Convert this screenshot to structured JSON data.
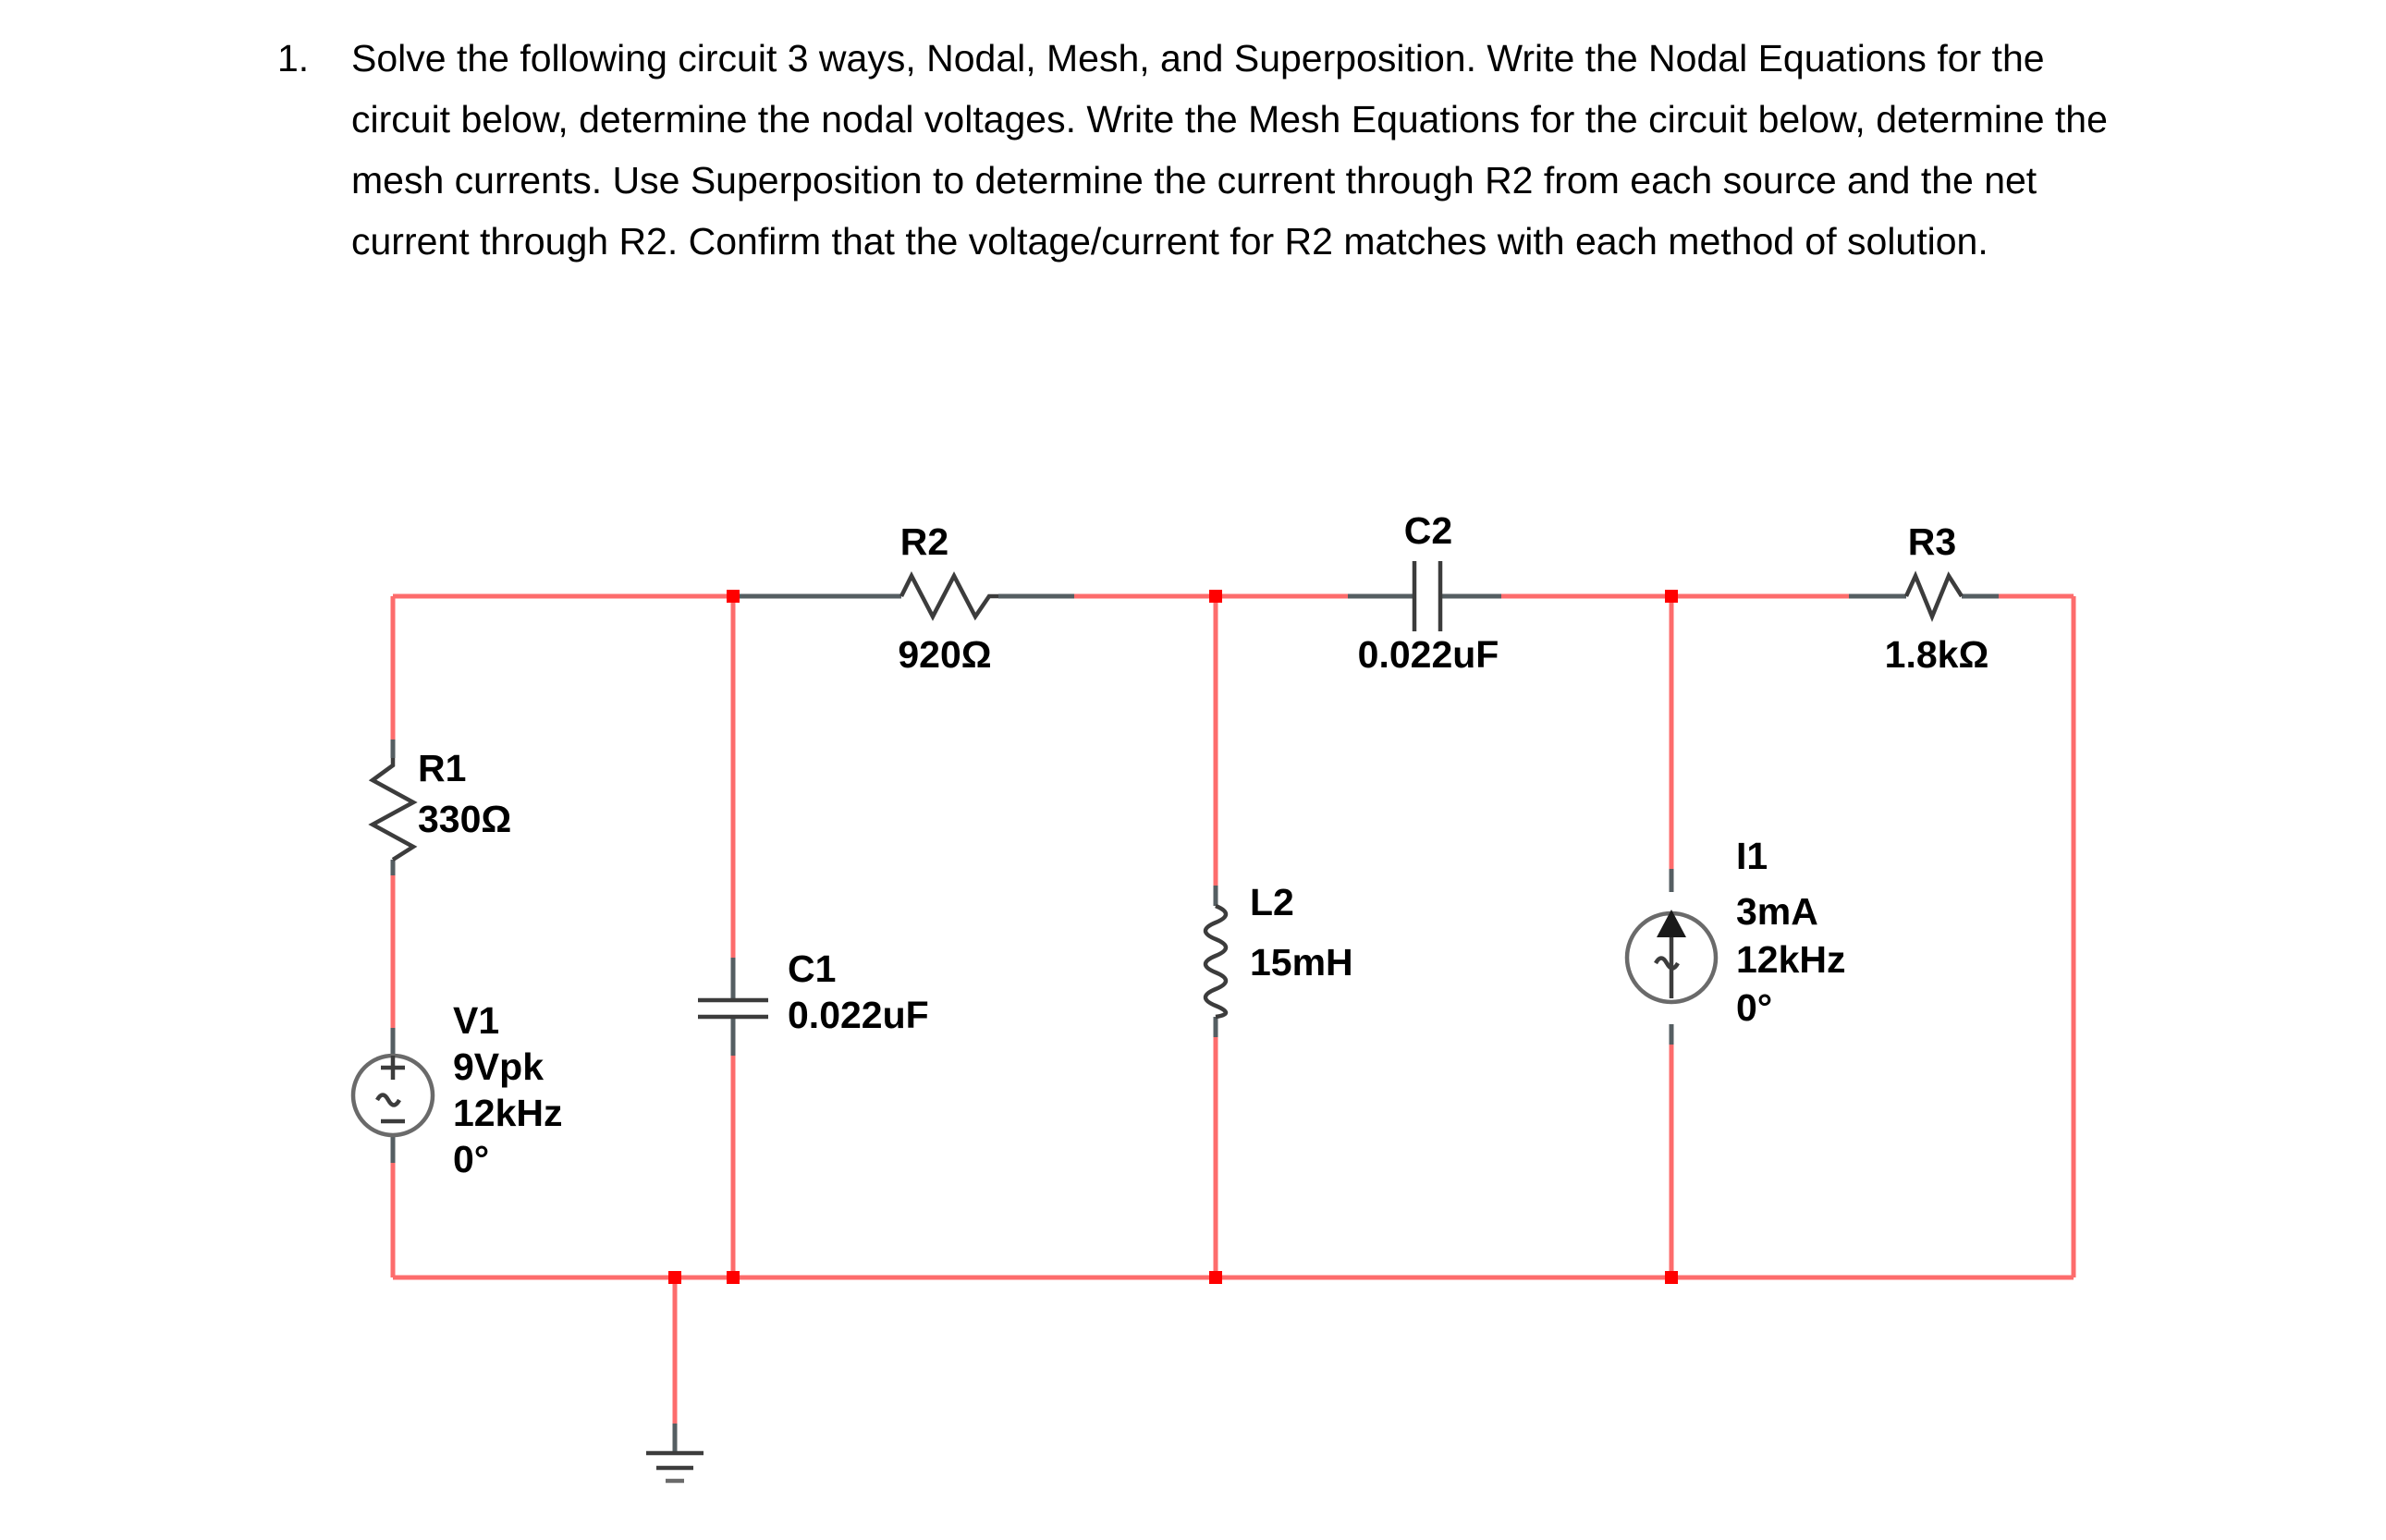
{
  "problem": {
    "number": "1.",
    "text": "Solve the following circuit 3 ways, Nodal, Mesh, and Superposition. Write the Nodal Equations for the circuit below, determine the nodal voltages. Write the Mesh Equations for the circuit below, determine the mesh currents. Use Superposition to determine the current through R2 from each source and the net current through R2. Confirm that the voltage/current for R2 matches with each method of solution."
  },
  "circuit": {
    "wire_color": "#fd6c6c",
    "node_color": "#ff0000",
    "symbol_color": "#3c3c3c",
    "components": {
      "r1": {
        "designator": "R1",
        "value": "330Ω",
        "type": "resistor",
        "orientation": "vertical"
      },
      "r2": {
        "designator": "R2",
        "value": "920Ω",
        "type": "resistor",
        "orientation": "horizontal"
      },
      "r3": {
        "designator": "R3",
        "value": "1.8kΩ",
        "type": "resistor",
        "orientation": "horizontal"
      },
      "c1": {
        "designator": "C1",
        "value": "0.022uF",
        "type": "capacitor",
        "orientation": "vertical"
      },
      "c2": {
        "designator": "C2",
        "value": "0.022uF",
        "type": "capacitor",
        "orientation": "horizontal"
      },
      "l2": {
        "designator": "L2",
        "value": "15mH",
        "type": "inductor",
        "orientation": "vertical"
      },
      "v1": {
        "designator": "V1",
        "amplitude": "9Vpk",
        "frequency": "12kHz",
        "phase": "0°",
        "type": "ac-voltage-source",
        "plus": "+",
        "minus": "−"
      },
      "i1": {
        "designator": "I1",
        "amplitude": "3mA",
        "frequency": "12kHz",
        "phase": "0°",
        "type": "ac-current-source",
        "arrow_direction": "up"
      },
      "gnd": {
        "designator": "",
        "type": "ground"
      }
    }
  }
}
